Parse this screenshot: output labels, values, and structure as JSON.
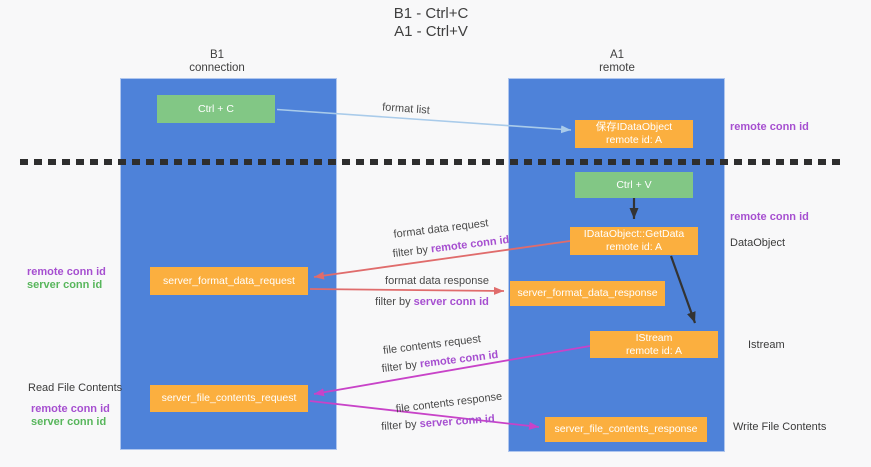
{
  "colors": {
    "bg": "#f8f8f9",
    "lifeline_blue": "#4e82d9",
    "green_box": "#82c785",
    "orange_box": "#fbaf3f",
    "arrow_blue": "#a9cbea",
    "arrow_red": "#e06c6c",
    "arrow_magenta": "#c843c8",
    "arrow_black": "#333333",
    "text_purple": "#a64fd0",
    "text_green": "#58b65c",
    "text_dark": "#3f3f3f"
  },
  "title": {
    "line1": "B1 - Ctrl+C",
    "line2": "A1 - Ctrl+V"
  },
  "lifelines": {
    "left": {
      "name": "B1",
      "role": "connection"
    },
    "right": {
      "name": "A1",
      "role": "remote"
    }
  },
  "boxes": {
    "ctrl_c": {
      "label": "Ctrl + C"
    },
    "ctrl_v": {
      "label": "Ctrl + V"
    },
    "save_dataobject": {
      "line1": "保存IDataObject",
      "line2": "remote id: A"
    },
    "getdata": {
      "line1": "IDataObject::GetData",
      "line2": "remote id: A"
    },
    "istream": {
      "line1": "IStream",
      "line2": "remote id: A"
    },
    "format_request": {
      "label": "server_format_data_request"
    },
    "format_response": {
      "label": "server_format_data_response"
    },
    "file_request": {
      "label": "server_file_contents_request"
    },
    "file_response": {
      "label": "server_file_contents_response"
    }
  },
  "arrows": {
    "format_list": {
      "label": "format list"
    },
    "format_request": {
      "label": "format data request",
      "filter_prefix": "filter by ",
      "filter_key": "remote conn id"
    },
    "format_response": {
      "label": "format data response",
      "filter_prefix": "filter by ",
      "filter_key": "server conn id"
    },
    "file_request": {
      "label": "file contents request",
      "filter_prefix": "filter by ",
      "filter_key": "remote conn id"
    },
    "file_response": {
      "label": "file contents response",
      "filter_prefix": "filter by ",
      "filter_key": "server conn id"
    }
  },
  "side_labels": {
    "right_conn_top": "remote conn id",
    "right_conn_mid": "remote conn id",
    "dataobject": "DataObject",
    "istream": "Istream",
    "write_file": "Write File Contents",
    "left_remote_conn_1": "remote conn id",
    "left_server_conn_1": "server conn id",
    "read_file": "Read File Contents",
    "left_remote_conn_2": "remote conn id",
    "left_server_conn_2": "server conn id"
  }
}
